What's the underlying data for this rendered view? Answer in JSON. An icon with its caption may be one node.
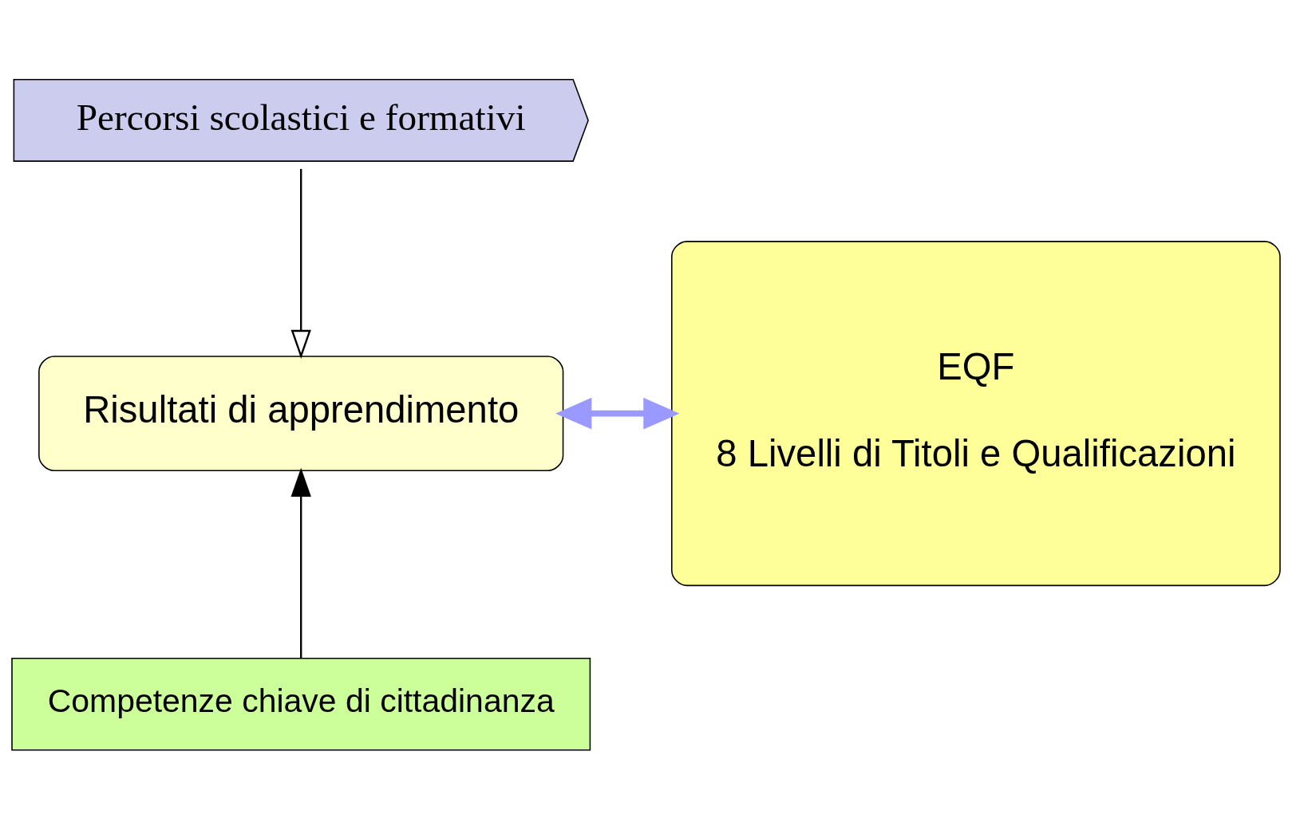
{
  "diagram": {
    "nodes": [
      {
        "text": [
          "Percorsi scolastici e formativi"
        ]
      },
      {
        "text": [
          "Risultati di apprendimento"
        ]
      },
      {
        "text": [
          "Competenze chiave di cittadinanza"
        ]
      },
      {
        "text": [
          "EQF",
          "8 Livelli di Titoli e Qualificazioni"
        ]
      }
    ],
    "edges": [
      {
        "from": 0,
        "to": 1,
        "arrow": "to"
      },
      {
        "from": 2,
        "to": 1,
        "arrow": "to"
      },
      {
        "from": 1,
        "to": 3,
        "arrow": "both",
        "style": "thick",
        "color": "#9999ff"
      }
    ]
  }
}
